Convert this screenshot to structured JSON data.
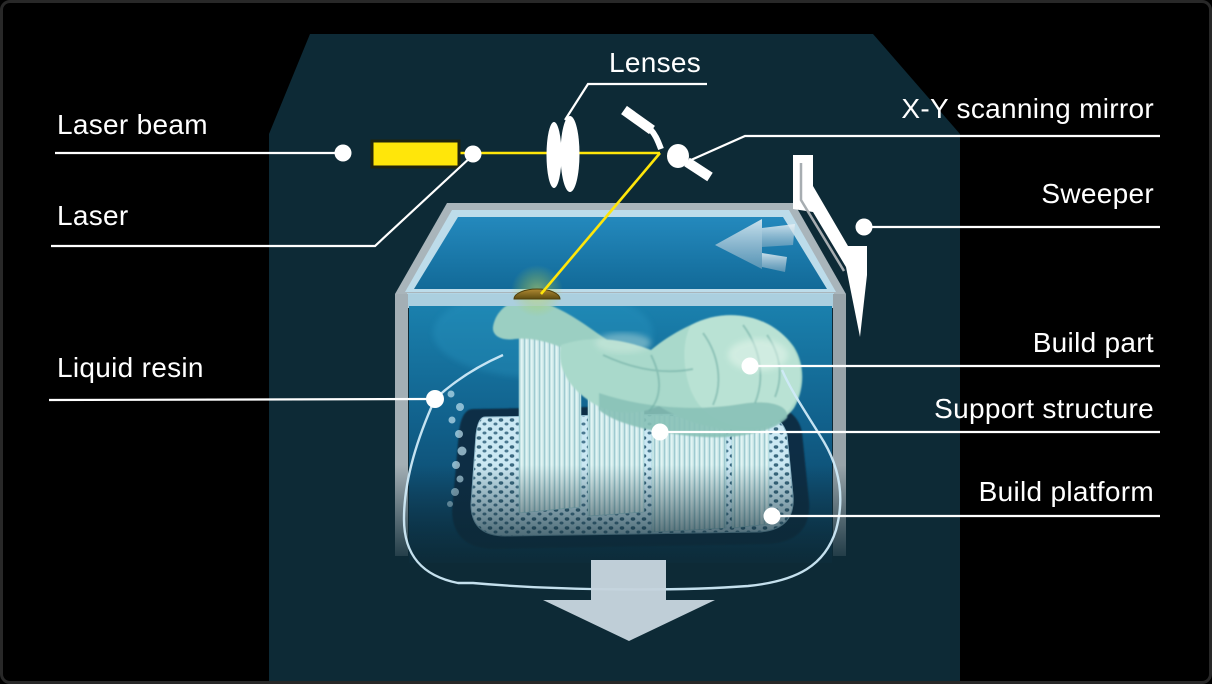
{
  "diagram": {
    "labels": {
      "laser_beam": "Laser beam",
      "laser": "Laser",
      "lenses": "Lenses",
      "xy_scanning_mirror": "X-Y scanning mirror",
      "sweeper": "Sweeper",
      "build_part": "Build part",
      "support_structure": "Support structure",
      "liquid_resin": "Liquid resin",
      "build_platform": "Build platform"
    },
    "colors": {
      "background": "#000000",
      "panel_teal": "#0d2a36",
      "laser_yellow": "#ffe60a",
      "label_text": "#ffffff",
      "leader_line": "#ffffff",
      "tank_top_blue": "#1d80b5",
      "tank_front_deep": "#0b3a57",
      "tank_rim_light": "#b2d6e6",
      "tank_border_gray": "#a6b2b8",
      "build_platform": "#cbe8f3",
      "support_structure": "#cfeaea",
      "build_part_resin": "#a8d8cb",
      "elevator_loop_line": "#cfeaf8",
      "motion_arrow": "#c5d4dd"
    }
  }
}
